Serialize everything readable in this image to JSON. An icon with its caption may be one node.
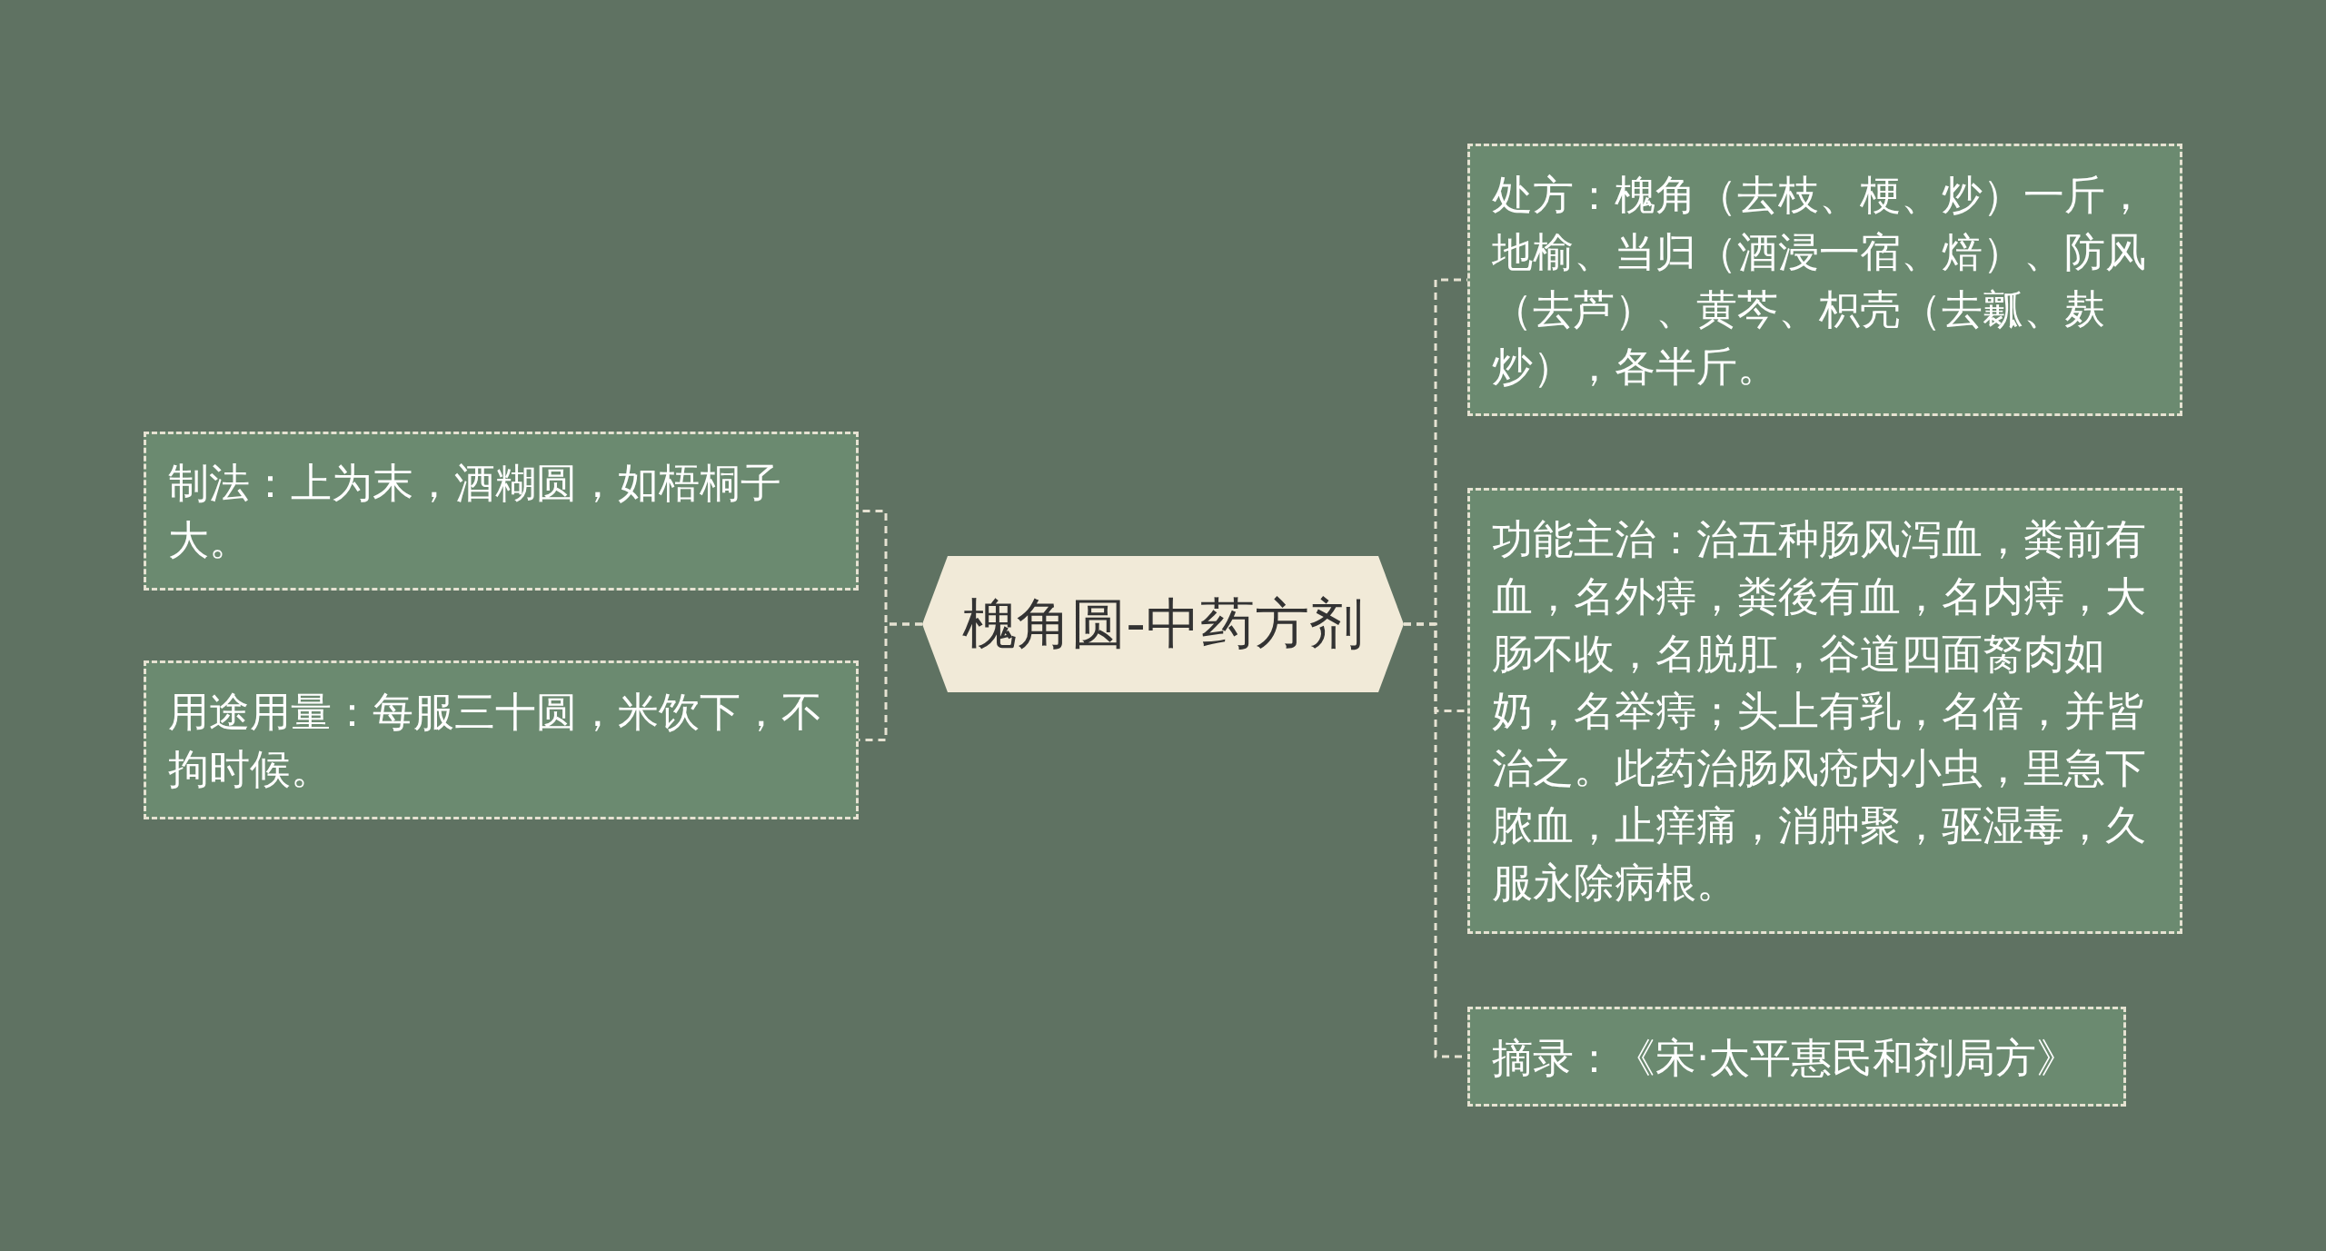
{
  "diagram": {
    "nodes": [
      {
        "text": [
          "槐角圆-中药方剂"
        ]
      },
      {
        "text": [
          "制法：上为末，酒糊圆，如梧桐子大。"
        ]
      },
      {
        "text": [
          "用途用量：每服三十圆，米饮下，不拘时候。"
        ]
      },
      {
        "text": [
          "处方：槐角（去枝、梗、炒）一斤，地榆、当归（酒浸一宿、焙）、防风（去芦）、黄芩、枳壳（去瓤、麸炒），各半斤。"
        ]
      },
      {
        "text": [
          "功能主治：治五种肠风泻血，粪前有血，名外痔，粪後有血，名内痔，大肠不收，名脱肛，谷道四面胬肉如奶，名举痔；头上有乳，名偣，并皆治之。此药治肠风疮内小虫，里急下脓血，止痒痛，消肿聚，驱湿毒，久服永除病根。"
        ]
      },
      {
        "text": [
          "摘录：《宋·太平惠民和剂局方》"
        ]
      }
    ],
    "edges": [
      {
        "from": 0,
        "to": 1,
        "arrow": "none",
        "style": "dashed"
      },
      {
        "from": 0,
        "to": 2,
        "arrow": "none",
        "style": "dashed"
      },
      {
        "from": 0,
        "to": 3,
        "arrow": "none",
        "style": "dashed"
      },
      {
        "from": 0,
        "to": 4,
        "arrow": "none",
        "style": "dashed"
      },
      {
        "from": 0,
        "to": 5,
        "arrow": "none",
        "style": "dashed"
      }
    ]
  }
}
